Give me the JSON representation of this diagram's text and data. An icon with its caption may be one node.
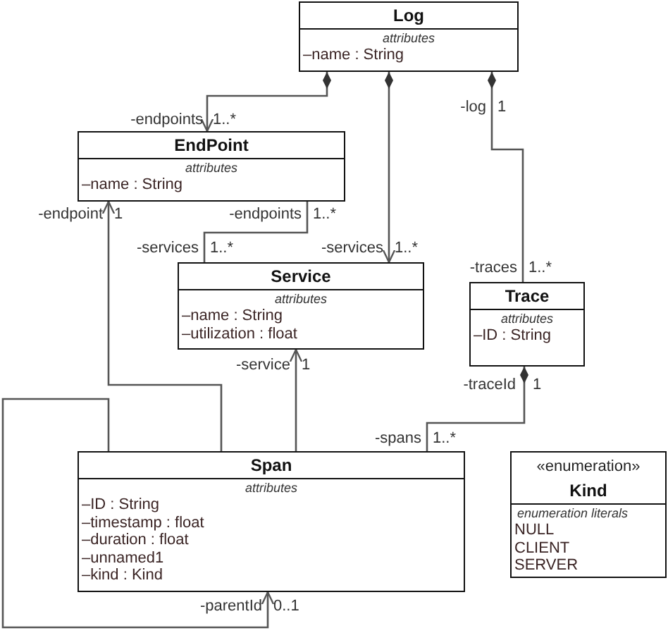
{
  "diagram": {
    "nodes": [
      {
        "text": [
          "Log",
          "attributes",
          "–name : String"
        ]
      },
      {
        "text": [
          "EndPoint",
          "attributes",
          "–name : String"
        ]
      },
      {
        "text": [
          "Service",
          "attributes",
          "–name : String",
          "–utilization : float"
        ]
      },
      {
        "text": [
          "Trace",
          "attributes",
          "–ID : String"
        ]
      },
      {
        "text": [
          "Span",
          "attributes",
          "–ID : String",
          "–timestamp : float",
          "–duration : float",
          "–unnamed1",
          "–kind : Kind"
        ]
      },
      {
        "text": [
          "«enumeration»",
          "Kind",
          "enumeration literals",
          "NULL",
          "CLIENT",
          "SERVER"
        ]
      }
    ],
    "edges": [
      {
        "from": 0,
        "to": 1,
        "arrow": "to"
      },
      {
        "from": 0,
        "to": 2,
        "arrow": "to"
      },
      {
        "from": 0,
        "to": 3,
        "arrow": "other"
      },
      {
        "from": 1,
        "to": 2,
        "arrow": "none"
      },
      {
        "from": 4,
        "to": 1,
        "arrow": "to"
      },
      {
        "from": 4,
        "to": 2,
        "arrow": "to"
      },
      {
        "from": 3,
        "to": 4,
        "arrow": "other"
      },
      {
        "from": 4,
        "to": 4,
        "arrow": "to"
      }
    ],
    "labels": [
      "-endpoints",
      "1..*",
      "-log",
      "1",
      "-endpoint",
      "1",
      "-endpoints",
      "1..*",
      "-services",
      "1..*",
      "-services",
      "1..*",
      "-traces",
      "1..*",
      "-service",
      "1",
      "-traceId",
      "1",
      "-spans",
      "1..*",
      "-parentId",
      "0..1"
    ]
  }
}
